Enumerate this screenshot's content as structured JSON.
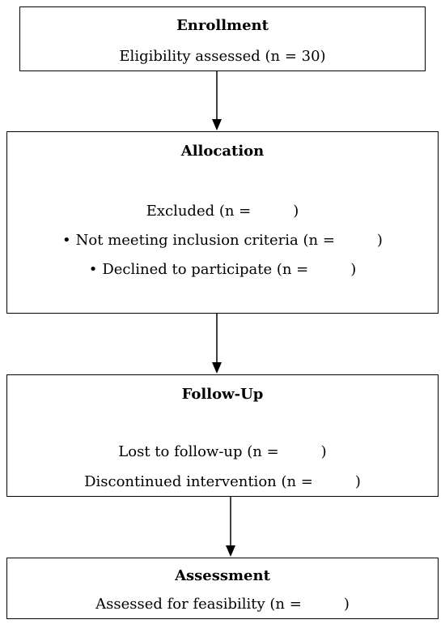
{
  "enrollment": {
    "title": "Enrollment",
    "line_1": "Eligibility assessed (n = 30)"
  },
  "allocation": {
    "title": "Allocation",
    "excluded_prefix": "Excluded (n =",
    "excluded_suffix": ")",
    "bullets": [
      {
        "prefix": "Not meeting inclusion criteria (n =",
        "suffix": ")"
      },
      {
        "prefix": "Declined to participate (n =",
        "suffix": ")"
      }
    ]
  },
  "follow_up": {
    "title": "Follow-Up",
    "lost_prefix": "Lost to follow-up (n =",
    "lost_suffix": ")",
    "discontinued_prefix": "Discontinued intervention (n =",
    "discontinued_suffix": ")"
  },
  "assessment": {
    "title": "Assessment",
    "feasibility_prefix": "Assessed for feasibility (n =",
    "feasibility_suffix": ")"
  },
  "bullet_glyph": "•"
}
